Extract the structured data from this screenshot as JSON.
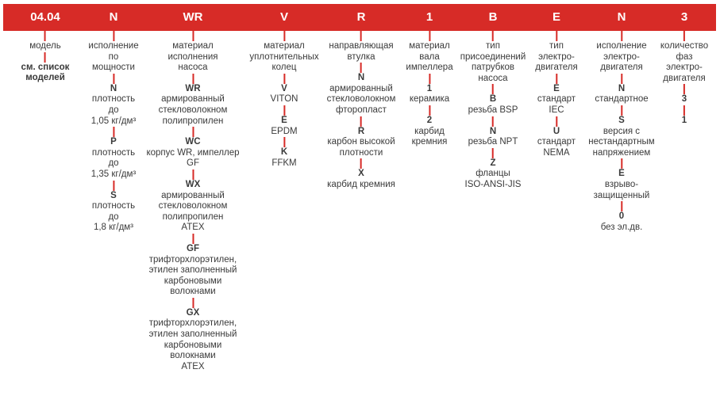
{
  "header": {
    "color": "#d72b27",
    "codes": [
      "04.04",
      "N",
      "WR",
      "V",
      "R",
      "1",
      "B",
      "E",
      "N",
      "3"
    ]
  },
  "columns": [
    {
      "id": "model",
      "desc": [
        "модель"
      ],
      "entries": [
        {
          "code": "",
          "text": [
            "см. список",
            "моделей"
          ],
          "bold": true
        }
      ]
    },
    {
      "id": "power",
      "desc": [
        "исполнение",
        "по",
        "мощности"
      ],
      "entries": [
        {
          "code": "N",
          "text": [
            "плотность",
            "до",
            "1,05 кг/дм³"
          ]
        },
        {
          "code": "P",
          "text": [
            "плотность",
            "до",
            "1,35 кг/дм³"
          ]
        },
        {
          "code": "S",
          "text": [
            "плотность",
            "до",
            "1,8 кг/дм³"
          ]
        }
      ]
    },
    {
      "id": "material",
      "desc": [
        "материал",
        "исполнения",
        "насоса"
      ],
      "entries": [
        {
          "code": "WR",
          "text": [
            "армированный",
            "стекловолокном",
            "полипропилен"
          ]
        },
        {
          "code": "WC",
          "text": [
            "корпус WR, импеллер",
            "GF"
          ]
        },
        {
          "code": "WX",
          "text": [
            "армированный",
            "стекловолокном",
            "полипропилен",
            "ATEX"
          ]
        },
        {
          "code": "GF",
          "text": [
            "трифторхлорэтилен,",
            "этилен заполненный",
            "карбоновыми",
            "волокнами"
          ]
        },
        {
          "code": "GX",
          "text": [
            "трифторхлорэтилен,",
            "этилен заполненный",
            "карбоновыми",
            "волокнами",
            "ATEX"
          ]
        }
      ]
    },
    {
      "id": "seals",
      "desc": [
        "материал",
        "уплотнительных",
        "колец"
      ],
      "entries": [
        {
          "code": "V",
          "text": [
            "VITON"
          ]
        },
        {
          "code": "E",
          "text": [
            "EPDM"
          ]
        },
        {
          "code": "K",
          "text": [
            "FFKM"
          ]
        }
      ]
    },
    {
      "id": "bushing",
      "desc": [
        "направляющая",
        "втулка"
      ],
      "entries": [
        {
          "code": "N",
          "text": [
            "армированный",
            "стекловолокном",
            "фторопласт"
          ]
        },
        {
          "code": "R",
          "text": [
            "карбон высокой",
            "плотности"
          ]
        },
        {
          "code": "X",
          "text": [
            "карбид кремния"
          ]
        }
      ]
    },
    {
      "id": "shaft",
      "desc": [
        "материал",
        "вала",
        "импеллера"
      ],
      "entries": [
        {
          "code": "1",
          "text": [
            "керамика"
          ]
        },
        {
          "code": "2",
          "text": [
            "карбид",
            "кремния"
          ]
        }
      ]
    },
    {
      "id": "connections",
      "desc": [
        "тип",
        "присоединений",
        "патрубков",
        "насоса"
      ],
      "entries": [
        {
          "code": "B",
          "text": [
            "резьба BSP"
          ]
        },
        {
          "code": "N",
          "text": [
            "резьба NPT"
          ]
        },
        {
          "code": "Z",
          "text": [
            "фланцы",
            "ISO-ANSI-JIS"
          ]
        }
      ]
    },
    {
      "id": "motor_type",
      "desc": [
        "тип",
        "электро-",
        "двигателя"
      ],
      "entries": [
        {
          "code": "E",
          "text": [
            "стандарт",
            "IEC"
          ]
        },
        {
          "code": "U",
          "text": [
            "стандарт",
            "NEMA"
          ]
        }
      ]
    },
    {
      "id": "motor_version",
      "desc": [
        "исполнение",
        "электро-",
        "двигателя"
      ],
      "entries": [
        {
          "code": "N",
          "text": [
            "стандартное"
          ]
        },
        {
          "code": "S",
          "text": [
            "версия с",
            "нестандартным",
            "напряжением"
          ]
        },
        {
          "code": "E",
          "text": [
            "взрыво-",
            "защищенный"
          ]
        },
        {
          "code": "0",
          "text": [
            "без эл.дв."
          ]
        }
      ]
    },
    {
      "id": "phases",
      "desc": [
        "количество",
        "фаз",
        "электро-",
        "двигателя"
      ],
      "entries": [
        {
          "code": "3",
          "text": []
        },
        {
          "code": "1",
          "text": []
        }
      ]
    }
  ]
}
